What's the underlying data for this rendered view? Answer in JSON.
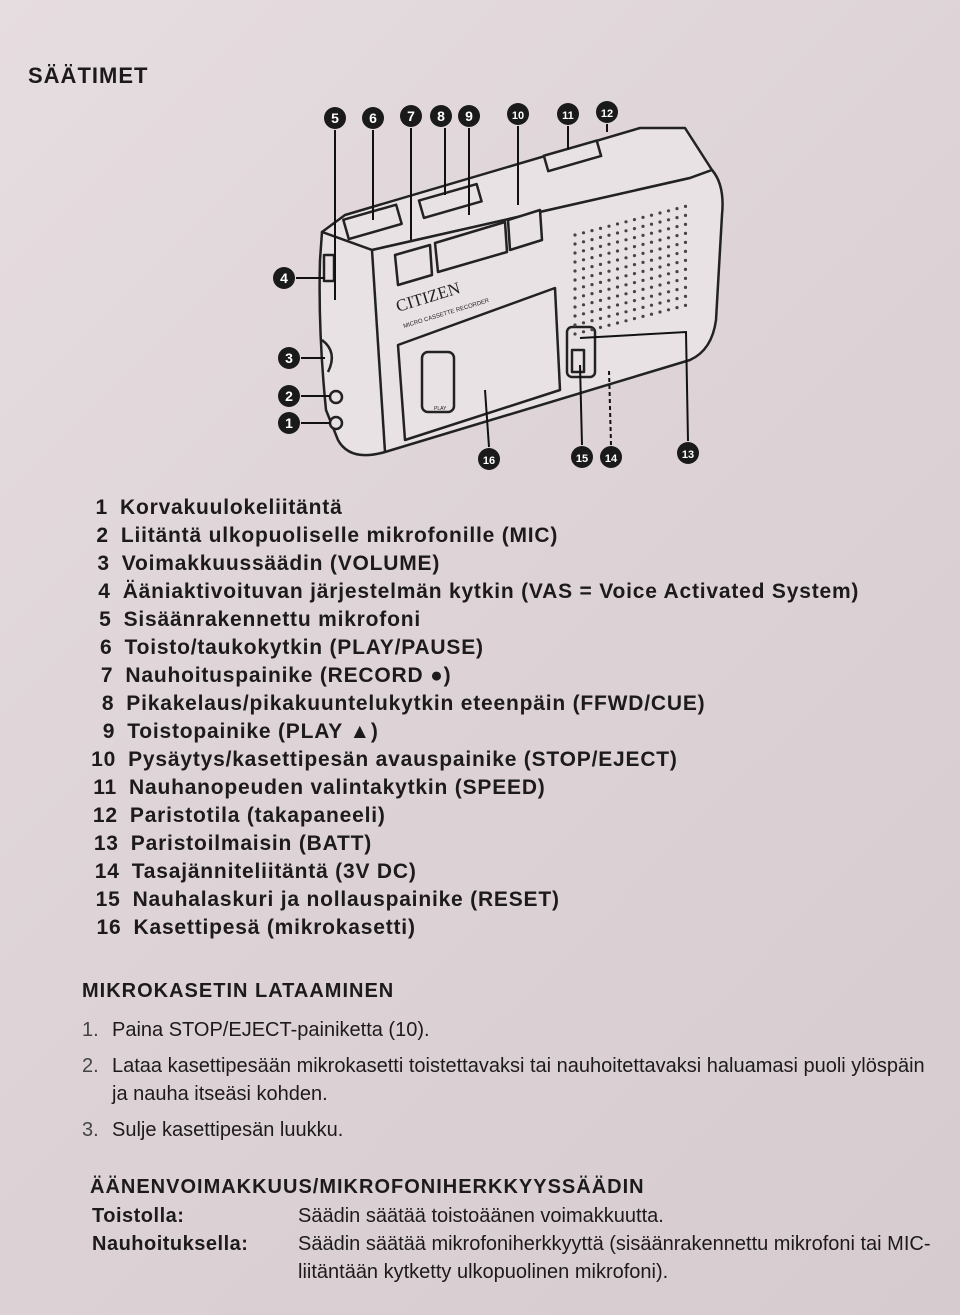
{
  "title": "SÄÄTIMET",
  "diagram": {
    "brand": "CITIZEN",
    "model_text": "MICRO CASSETTE RECORDER",
    "play_marking": "PLAY",
    "callouts": [
      "1",
      "2",
      "3",
      "4",
      "5",
      "6",
      "7",
      "8",
      "9",
      "10",
      "11",
      "12",
      "13",
      "14",
      "15",
      "16"
    ]
  },
  "parts": [
    {
      "num": "1",
      "label": "Korvakuulokeliitäntä"
    },
    {
      "num": "2",
      "label": "Liitäntä ulkopuoliselle mikrofonille (MIC)"
    },
    {
      "num": "3",
      "label": "Voimakkuussäädin (VOLUME)"
    },
    {
      "num": "4",
      "label": "Ääniaktivoituvan järjestelmän kytkin (VAS = Voice Activated System)"
    },
    {
      "num": "5",
      "label": "Sisäänrakennettu mikrofoni"
    },
    {
      "num": "6",
      "label": "Toisto/taukokytkin (PLAY/PAUSE)"
    },
    {
      "num": "7",
      "label": "Nauhoituspainike (RECORD ●)"
    },
    {
      "num": "8",
      "label": "Pikakelaus/pikakuuntelukytkin eteenpäin (FFWD/CUE)"
    },
    {
      "num": "9",
      "label": "Toistopainike (PLAY ▲)"
    },
    {
      "num": "10",
      "label": "Pysäytys/kasettipesän avauspainike (STOP/EJECT)"
    },
    {
      "num": "11",
      "label": "Nauhanopeuden valintakytkin (SPEED)"
    },
    {
      "num": "12",
      "label": "Paristotila (takapaneeli)"
    },
    {
      "num": "13",
      "label": "Paristoilmaisin (BATT)"
    },
    {
      "num": "14",
      "label": "Tasajänniteliitäntä (3V DC)"
    },
    {
      "num": "15",
      "label": "Nauhalaskuri ja nollauspainike (RESET)"
    },
    {
      "num": "16",
      "label": "Kasettipesä (mikrokasetti)"
    }
  ],
  "loading": {
    "heading": "MIKROKASETIN LATAAMINEN",
    "steps": [
      {
        "num": "1.",
        "text": "Paina STOP/EJECT-painiketta (10)."
      },
      {
        "num": "2.",
        "text": "Lataa kasettipesään mikrokasetti toistettavaksi tai nauhoitettavaksi haluamasi puoli ylöspäin ja nauha itseäsi kohden."
      },
      {
        "num": "3.",
        "text": "Sulje kasettipesän luukku."
      }
    ]
  },
  "volume": {
    "heading": "ÄÄNENVOIMAKKUUS/MIKROFONIHERKKYYSSÄÄDIN",
    "rows": [
      {
        "label": "Toistolla:",
        "text": "Säädin säätää toistoäänen voimakkuutta."
      },
      {
        "label": "Nauhoituksella:",
        "text": "Säädin säätää mikrofoniherkkyyttä (sisäänrakennettu mikrofoni tai MIC-liitäntään kytketty ulkopuolinen mikrofoni)."
      }
    ]
  }
}
